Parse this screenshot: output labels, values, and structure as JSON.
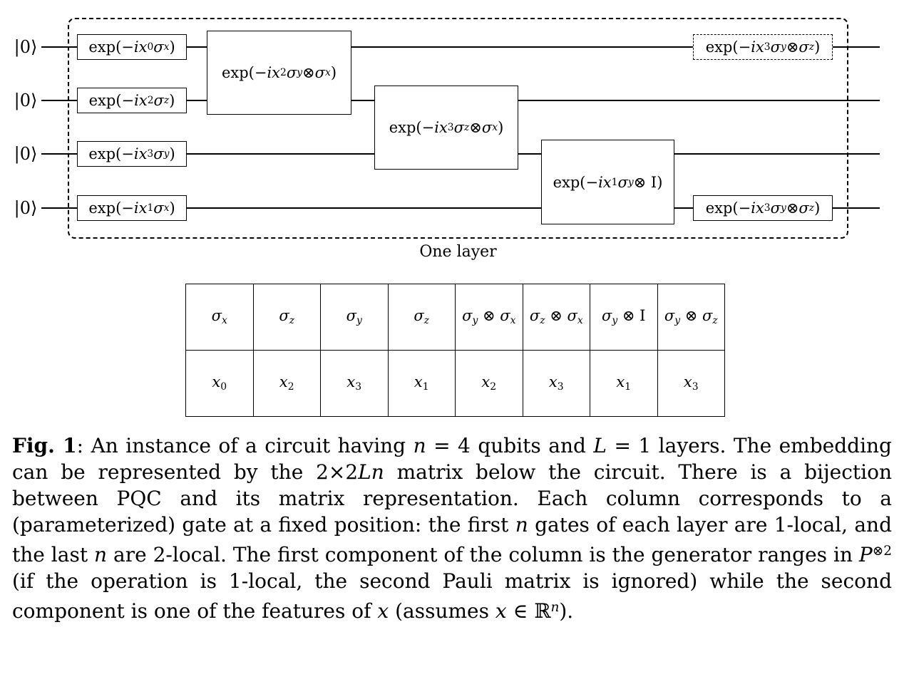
{
  "figure": {
    "qubit_label": "|0⟩",
    "one_layer_label": "One layer",
    "gates": {
      "q0_local": [
        {
          "t": "exp(−"
        },
        {
          "t": "ix",
          "i": true
        },
        {
          "t": "0",
          "s": true
        },
        {
          "t": "σ",
          "i": true
        },
        {
          "t": "x",
          "i": true,
          "s": true
        },
        {
          "t": ")"
        }
      ],
      "q1_local": [
        {
          "t": "exp(−"
        },
        {
          "t": "ix",
          "i": true
        },
        {
          "t": "2",
          "s": true
        },
        {
          "t": "σ",
          "i": true
        },
        {
          "t": "z",
          "i": true,
          "s": true
        },
        {
          "t": ")"
        }
      ],
      "q2_local": [
        {
          "t": "exp(−"
        },
        {
          "t": "ix",
          "i": true
        },
        {
          "t": "3",
          "s": true
        },
        {
          "t": "σ",
          "i": true
        },
        {
          "t": "y",
          "i": true,
          "s": true
        },
        {
          "t": ")"
        }
      ],
      "q3_local": [
        {
          "t": "exp(−"
        },
        {
          "t": "ix",
          "i": true
        },
        {
          "t": "1",
          "s": true
        },
        {
          "t": "σ",
          "i": true
        },
        {
          "t": "x",
          "i": true,
          "s": true
        },
        {
          "t": ")"
        }
      ],
      "two_qubit_01": [
        {
          "t": "exp(−"
        },
        {
          "t": "ix",
          "i": true
        },
        {
          "t": "2",
          "s": true
        },
        {
          "t": "σ",
          "i": true
        },
        {
          "t": "y",
          "i": true,
          "s": true
        },
        {
          "t": " ⊗ "
        },
        {
          "t": "σ",
          "i": true
        },
        {
          "t": "x",
          "i": true,
          "s": true
        },
        {
          "t": ")"
        }
      ],
      "two_qubit_12": [
        {
          "t": "exp(−"
        },
        {
          "t": "ix",
          "i": true
        },
        {
          "t": "3",
          "s": true
        },
        {
          "t": "σ",
          "i": true
        },
        {
          "t": "z",
          "i": true,
          "s": true
        },
        {
          "t": " ⊗ "
        },
        {
          "t": "σ",
          "i": true
        },
        {
          "t": "x",
          "i": true,
          "s": true
        },
        {
          "t": ")"
        }
      ],
      "two_qubit_23": [
        {
          "t": "exp(−"
        },
        {
          "t": "ix",
          "i": true
        },
        {
          "t": "1",
          "s": true
        },
        {
          "t": "σ",
          "i": true
        },
        {
          "t": "y",
          "i": true,
          "s": true
        },
        {
          "t": " ⊗ I)"
        }
      ],
      "wrap_top": [
        {
          "t": "exp(−"
        },
        {
          "t": "ix",
          "i": true
        },
        {
          "t": "3",
          "s": true
        },
        {
          "t": "σ",
          "i": true
        },
        {
          "t": "y",
          "i": true,
          "s": true
        },
        {
          "t": " ⊗ "
        },
        {
          "t": "σ",
          "i": true
        },
        {
          "t": "z",
          "i": true,
          "s": true
        },
        {
          "t": ")"
        }
      ],
      "wrap_bottom": [
        {
          "t": "exp(−"
        },
        {
          "t": "ix",
          "i": true
        },
        {
          "t": "3",
          "s": true
        },
        {
          "t": "σ",
          "i": true
        },
        {
          "t": "y",
          "i": true,
          "s": true
        },
        {
          "t": " ⊗ "
        },
        {
          "t": "σ",
          "i": true
        },
        {
          "t": "z",
          "i": true,
          "s": true
        },
        {
          "t": ")"
        }
      ]
    },
    "table": {
      "generators": [
        [
          {
            "t": "σ",
            "i": true
          },
          {
            "t": "x",
            "i": true,
            "s": true
          }
        ],
        [
          {
            "t": "σ",
            "i": true
          },
          {
            "t": "z",
            "i": true,
            "s": true
          }
        ],
        [
          {
            "t": "σ",
            "i": true
          },
          {
            "t": "y",
            "i": true,
            "s": true
          }
        ],
        [
          {
            "t": "σ",
            "i": true
          },
          {
            "t": "z",
            "i": true,
            "s": true
          }
        ],
        [
          {
            "t": "σ",
            "i": true
          },
          {
            "t": "y",
            "i": true,
            "s": true
          },
          {
            "t": " ⊗ "
          },
          {
            "t": "σ",
            "i": true
          },
          {
            "t": "x",
            "i": true,
            "s": true
          }
        ],
        [
          {
            "t": "σ",
            "i": true
          },
          {
            "t": "z",
            "i": true,
            "s": true
          },
          {
            "t": " ⊗ "
          },
          {
            "t": "σ",
            "i": true
          },
          {
            "t": "x",
            "i": true,
            "s": true
          }
        ],
        [
          {
            "t": "σ",
            "i": true
          },
          {
            "t": "y",
            "i": true,
            "s": true
          },
          {
            "t": " ⊗ I"
          }
        ],
        [
          {
            "t": "σ",
            "i": true
          },
          {
            "t": "y",
            "i": true,
            "s": true
          },
          {
            "t": " ⊗ "
          },
          {
            "t": "σ",
            "i": true
          },
          {
            "t": "z",
            "i": true,
            "s": true
          }
        ]
      ],
      "features": [
        [
          {
            "t": "x",
            "i": true
          },
          {
            "t": "0",
            "s": true
          }
        ],
        [
          {
            "t": "x",
            "i": true
          },
          {
            "t": "2",
            "s": true
          }
        ],
        [
          {
            "t": "x",
            "i": true
          },
          {
            "t": "3",
            "s": true
          }
        ],
        [
          {
            "t": "x",
            "i": true
          },
          {
            "t": "1",
            "s": true
          }
        ],
        [
          {
            "t": "x",
            "i": true
          },
          {
            "t": "2",
            "s": true
          }
        ],
        [
          {
            "t": "x",
            "i": true
          },
          {
            "t": "3",
            "s": true
          }
        ],
        [
          {
            "t": "x",
            "i": true
          },
          {
            "t": "1",
            "s": true
          }
        ],
        [
          {
            "t": "x",
            "i": true
          },
          {
            "t": "3",
            "s": true
          }
        ]
      ]
    },
    "caption": [
      {
        "t": "Fig. 1",
        "b": true
      },
      {
        "t": ": An instance of a circuit having "
      },
      {
        "t": "n",
        "i": true
      },
      {
        "t": " = 4 qubits and "
      },
      {
        "t": "L",
        "i": true
      },
      {
        "t": " = 1 layers. The embedding can be represented by the 2×2"
      },
      {
        "t": "Ln",
        "i": true
      },
      {
        "t": " matrix below the circuit. There is a bijection between PQC and its matrix representation. Each column corresponds to a (parameterized) gate at a fixed position: the first "
      },
      {
        "t": "n",
        "i": true
      },
      {
        "t": " gates of each layer are 1-local, and the last "
      },
      {
        "t": "n",
        "i": true
      },
      {
        "t": " are 2-local. The first component of the column is the generator ranges in "
      },
      {
        "t": "P",
        "i": true
      },
      {
        "t": "⊗2",
        "u": true
      },
      {
        "t": " (if the operation is 1-local, the second Pauli matrix is ignored) while the second component is one of the features of "
      },
      {
        "t": "x",
        "i": true
      },
      {
        "t": " (assumes "
      },
      {
        "t": "x",
        "i": true
      },
      {
        "t": " ∈ ℝ"
      },
      {
        "t": "n",
        "i": true,
        "u": true
      },
      {
        "t": ")."
      }
    ]
  },
  "colors": {
    "ink": "#000000",
    "paper": "#ffffff"
  }
}
